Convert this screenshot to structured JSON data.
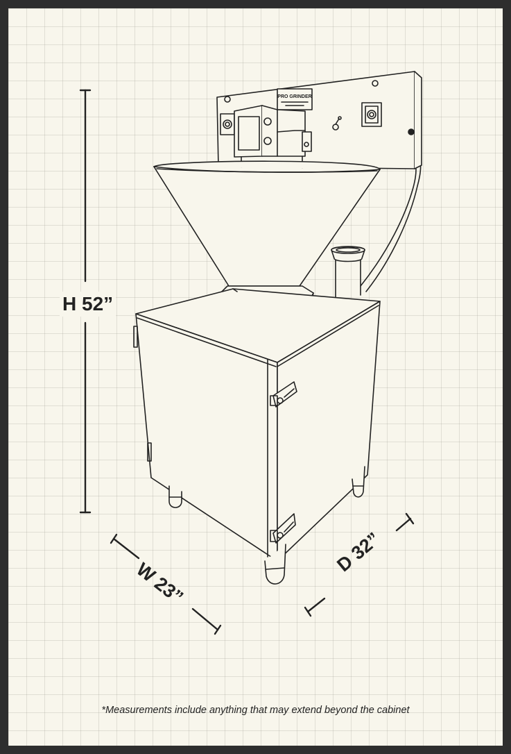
{
  "dimensions": {
    "height_label": "H 52”",
    "width_label": "W 23”",
    "depth_label": "D 32”"
  },
  "brand_plate": {
    "brand_text": "PRO GRINDER"
  },
  "footnote": "*Measurements include anything that may extend beyond the cabinet",
  "colors": {
    "frame": "#2e2e2e",
    "paper": "#f8f6ec",
    "grid": "#c8c8bc",
    "ink": "#222222"
  }
}
